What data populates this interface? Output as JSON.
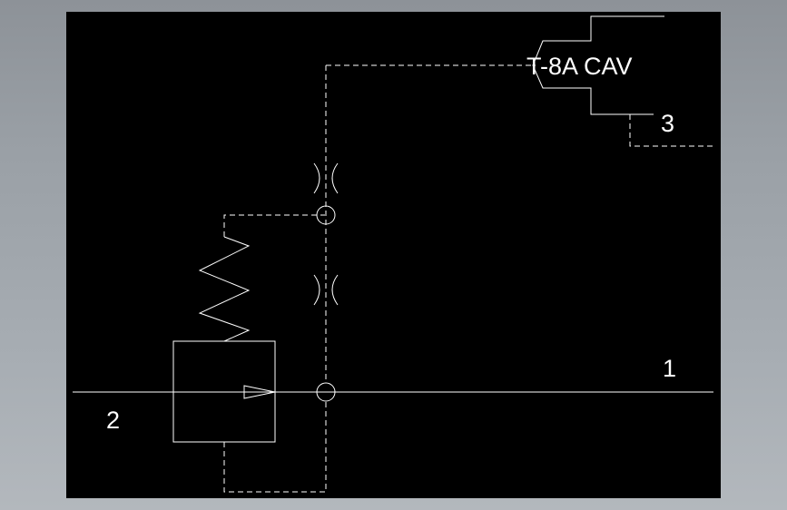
{
  "diagram": {
    "valve_label": "T-8A CAV",
    "port_1": "1",
    "port_2": "2",
    "port_3": "3",
    "colors": {
      "background": "#000000",
      "stroke": "#ffffff",
      "frame": "#9aa0a6"
    }
  }
}
